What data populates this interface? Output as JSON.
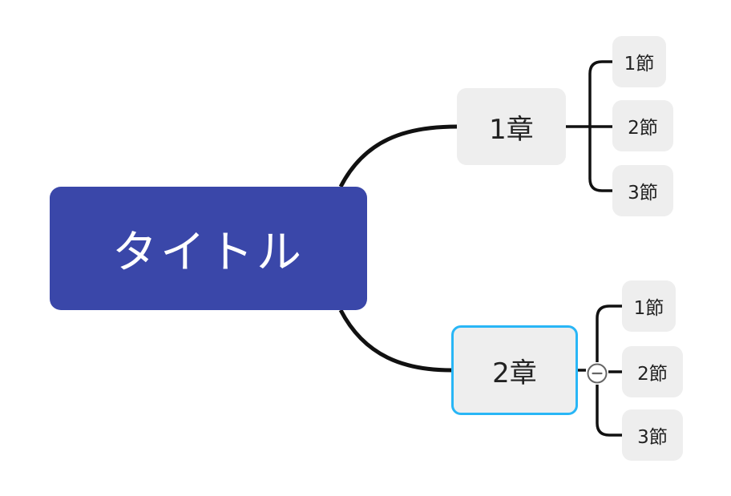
{
  "colors": {
    "root_fill": "#3a47a9",
    "root_text": "#ffffff",
    "node_fill": "#eeeeee",
    "node_text": "#222222",
    "connector": "#111111",
    "selection_border": "#29b6f6",
    "toggle_stroke": "#666666"
  },
  "mindmap": {
    "root": {
      "label": "タイトル"
    },
    "chapters": [
      {
        "label": "1章",
        "selected": false,
        "sections": [
          {
            "label": "1節"
          },
          {
            "label": "2節"
          },
          {
            "label": "3節"
          }
        ]
      },
      {
        "label": "2章",
        "selected": true,
        "collapse_toggle_icon": "minus-circle-icon",
        "sections": [
          {
            "label": "1節"
          },
          {
            "label": "2節"
          },
          {
            "label": "3節"
          }
        ]
      }
    ]
  }
}
